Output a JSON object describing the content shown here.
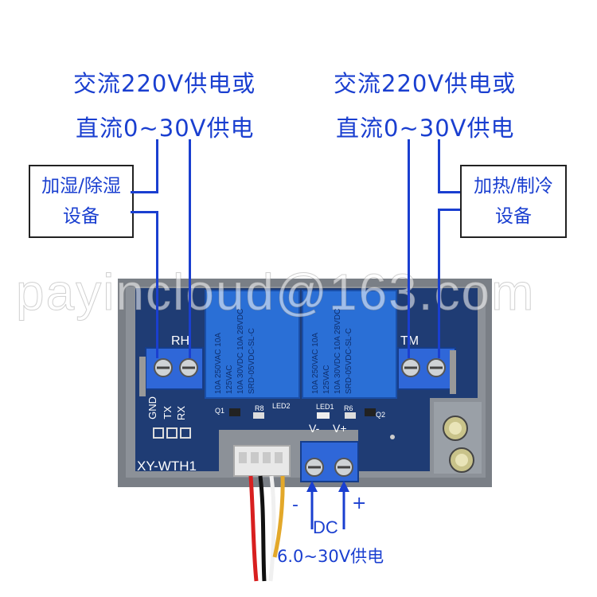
{
  "supply_left": {
    "line1": "交流220V供电或",
    "line2": "直流0~30V供电"
  },
  "supply_right": {
    "line1": "交流220V供电或",
    "line2": "直流0~30V供电"
  },
  "device_left": {
    "line1": "加湿/除湿",
    "line2": "设备"
  },
  "device_right": {
    "line1": "加热/制冷",
    "line2": "设备"
  },
  "board": {
    "model": "XY-WTH1",
    "terminal_left": "RH",
    "terminal_right": "TM",
    "serial_pins": [
      "GND",
      "TX",
      "RX"
    ],
    "q1": "Q1",
    "q2": "Q2",
    "r8": "R8",
    "r6": "R6",
    "led2": "LED2",
    "led1": "LED1",
    "vminus": "V-",
    "vplus": "V+",
    "relay_text_1": "10A 250VAC 10A 125VAC",
    "relay_text_2": "10A 30VDC 10A 28VDC",
    "relay_model": "SRD-05VDC-SL-C"
  },
  "dc_input": {
    "minus": "-",
    "plus": "+",
    "label": "DC",
    "range": "6.0~30V供电"
  },
  "watermark": "payincloud@163.com",
  "colors": {
    "label_blue": "#1a3fd0",
    "pcb_blue": "#1f3c74",
    "relay_blue": "#2a6fd6",
    "terminal_blue": "#2f67d8"
  }
}
